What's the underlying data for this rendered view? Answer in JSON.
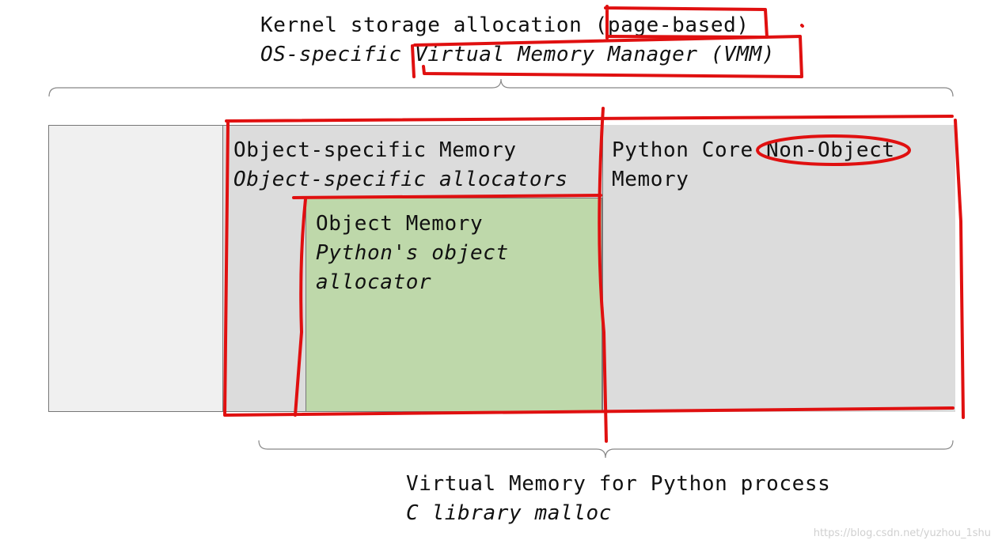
{
  "top_label": {
    "line1": "Kernel storage allocation (page-based)",
    "line2": "OS-specific Virtual Memory Manager (VMM)"
  },
  "object_specific": {
    "title": "Object-specific Memory",
    "subtitle": "Object-specific allocators"
  },
  "core": {
    "line1": "Python Core Non-Object",
    "line2": "Memory"
  },
  "object_memory": {
    "title": "Object Memory",
    "subtitle_line1": "Python's object",
    "subtitle_line2": "allocator"
  },
  "bottom_label": {
    "line1": "Virtual Memory for Python process",
    "line2": "C library malloc"
  },
  "watermark": "https://blog.csdn.net/yuzhou_1shu",
  "colors": {
    "outer_box": "#f0f0f0",
    "python_box": "#dcdcdc",
    "object_box": "#bed8aa",
    "annotation": "#e01010"
  }
}
